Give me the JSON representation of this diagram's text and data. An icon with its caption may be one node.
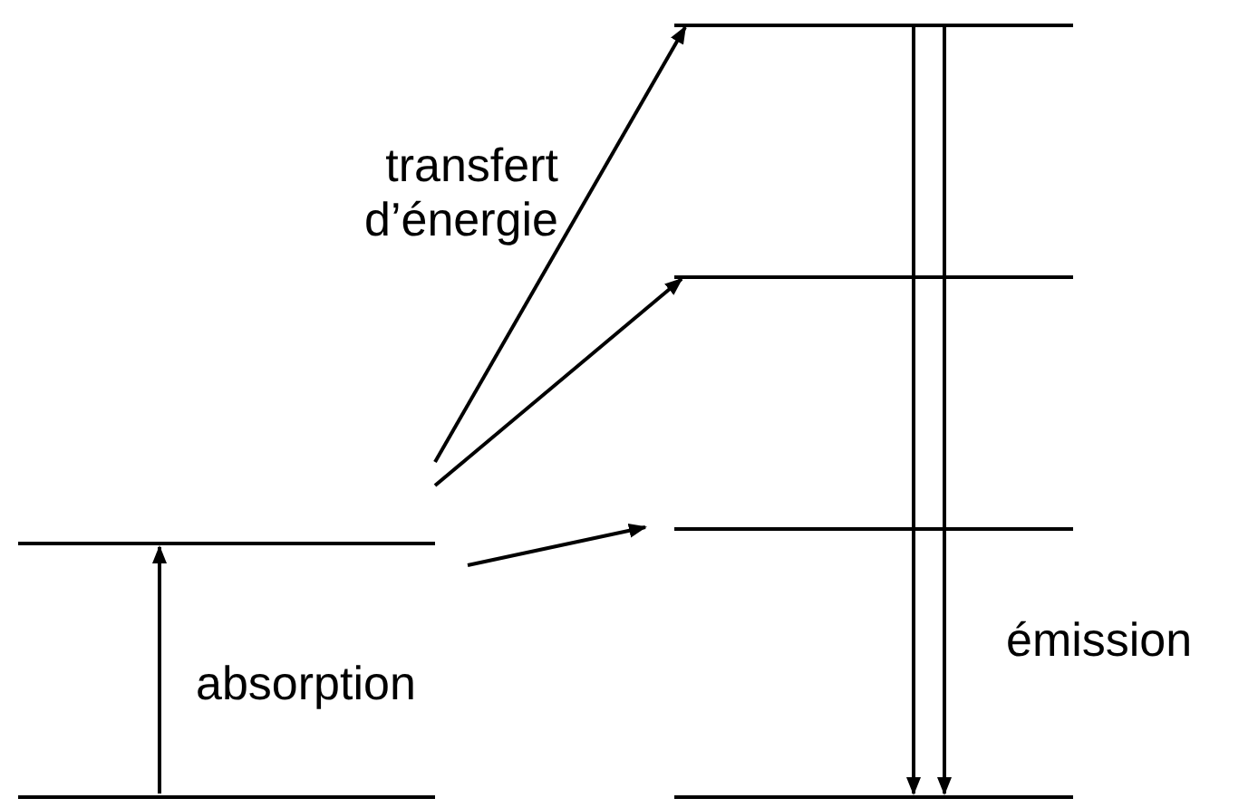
{
  "diagram": {
    "nodes": [
      {
        "text": [],
        "shape": "bar"
      },
      {
        "text": [],
        "shape": "bar"
      },
      {
        "text": [],
        "shape": "bar"
      },
      {
        "text": [],
        "shape": "bar"
      },
      {
        "text": [],
        "shape": "bar"
      },
      {
        "text": [],
        "shape": "bar"
      }
    ],
    "edges": [
      {
        "from": 1,
        "to": 0,
        "arrow": "to"
      },
      {
        "from": 0,
        "to": 2,
        "arrow": "to"
      },
      {
        "from": 0,
        "to": 3,
        "arrow": "to"
      },
      {
        "from": 0,
        "to": 4,
        "arrow": "to"
      },
      {
        "from": 2,
        "to": 5,
        "arrow": "to"
      },
      {
        "from": 2,
        "to": 5,
        "arrow": "to"
      }
    ],
    "labels": [
      "transfert d’énergie",
      "absorption",
      "émission"
    ]
  }
}
